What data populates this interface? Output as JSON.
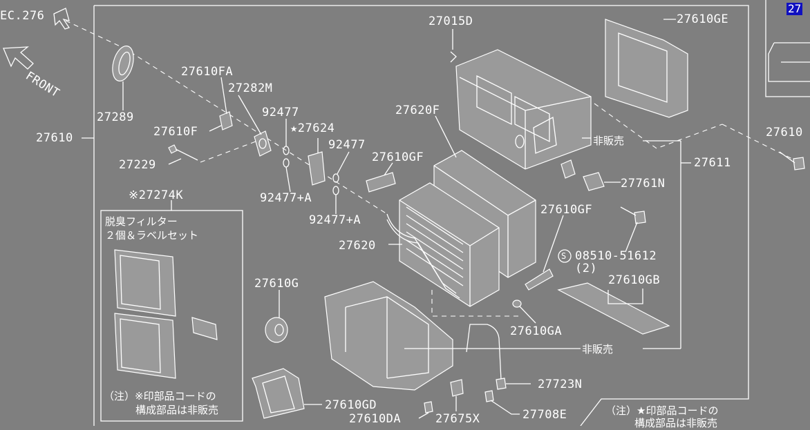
{
  "labels": {
    "sec_ref": "EC.276",
    "front": "FRONT",
    "p27289": "27289",
    "p27610": "27610",
    "p27610FA": "27610FA",
    "p27282M": "27282M",
    "p27610F": "27610F",
    "p27229": "27229",
    "p92477_a": "92477",
    "p92477_b": "92477",
    "p27624": "★27624",
    "p92477A_a": "92477+A",
    "p92477A_b": "92477+A",
    "p27610GF_a": "27610GF",
    "p27610GF_b": "27610GF",
    "p27015D": "27015D",
    "p27620F": "27620F",
    "p27610GE": "27610GE",
    "not_for_sale_a": "非販売",
    "not_for_sale_b": "非販売",
    "p27611": "27611",
    "p27761N": "27761N",
    "p27620": "27620",
    "p08510": "08510-51612",
    "p08510_qty": "(2)",
    "p27610GB": "27610GB",
    "p27610GA": "27610GA",
    "p27610G": "27610G",
    "p27723N": "27723N",
    "p27610GD": "27610GD",
    "p27610DA": "27610DA",
    "p27675X": "27675X",
    "p27708E": "27708E",
    "p27274K": "※27274K",
    "p27610_right": "27610",
    "screw_s": "S"
  },
  "filter_box": {
    "line1": "脱臭フィルター",
    "line2": "２個＆ラベルセット",
    "note1": "（注）※印部品コードの",
    "note2": "構成部品は非販売"
  },
  "bottom_note": {
    "line1": "（注）★印部品コードの",
    "line2": "構成部品は非販売"
  },
  "corner_tab": "27"
}
